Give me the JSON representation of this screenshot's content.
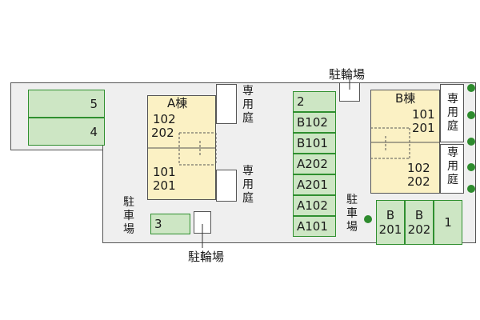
{
  "colors": {
    "lot": "#efefef",
    "parking_space": "#cde6c4",
    "parking_border": "#2f8f2f",
    "building": "#fbf1c4",
    "tree": "#2e8b2e"
  },
  "left_parking_spaces": [
    "5",
    "4"
  ],
  "left_small_space": "3",
  "building_a": {
    "title": "A棟",
    "units_top": [
      "102",
      "202"
    ],
    "units_bottom": [
      "101",
      "201"
    ],
    "gardens": [
      "専用庭",
      "専用庭"
    ]
  },
  "center_parking_spaces": [
    "2",
    "B102",
    "B101",
    "A202",
    "A201",
    "A102",
    "A101"
  ],
  "building_b": {
    "title": "B棟",
    "units_top": [
      "101",
      "201"
    ],
    "units_bottom": [
      "102",
      "202"
    ],
    "gardens": [
      "専用庭",
      "専用庭"
    ]
  },
  "right_parking_spaces": [
    {
      "line1": "B",
      "line2": "201"
    },
    {
      "line1": "B",
      "line2": "202"
    },
    {
      "line1": "",
      "line2": "1"
    }
  ],
  "labels": {
    "bike_parking_top": "駐輪場",
    "bike_parking_bottom": "駐輪場",
    "car_parking_left": "駐車場",
    "car_parking_center": "駐車場"
  }
}
